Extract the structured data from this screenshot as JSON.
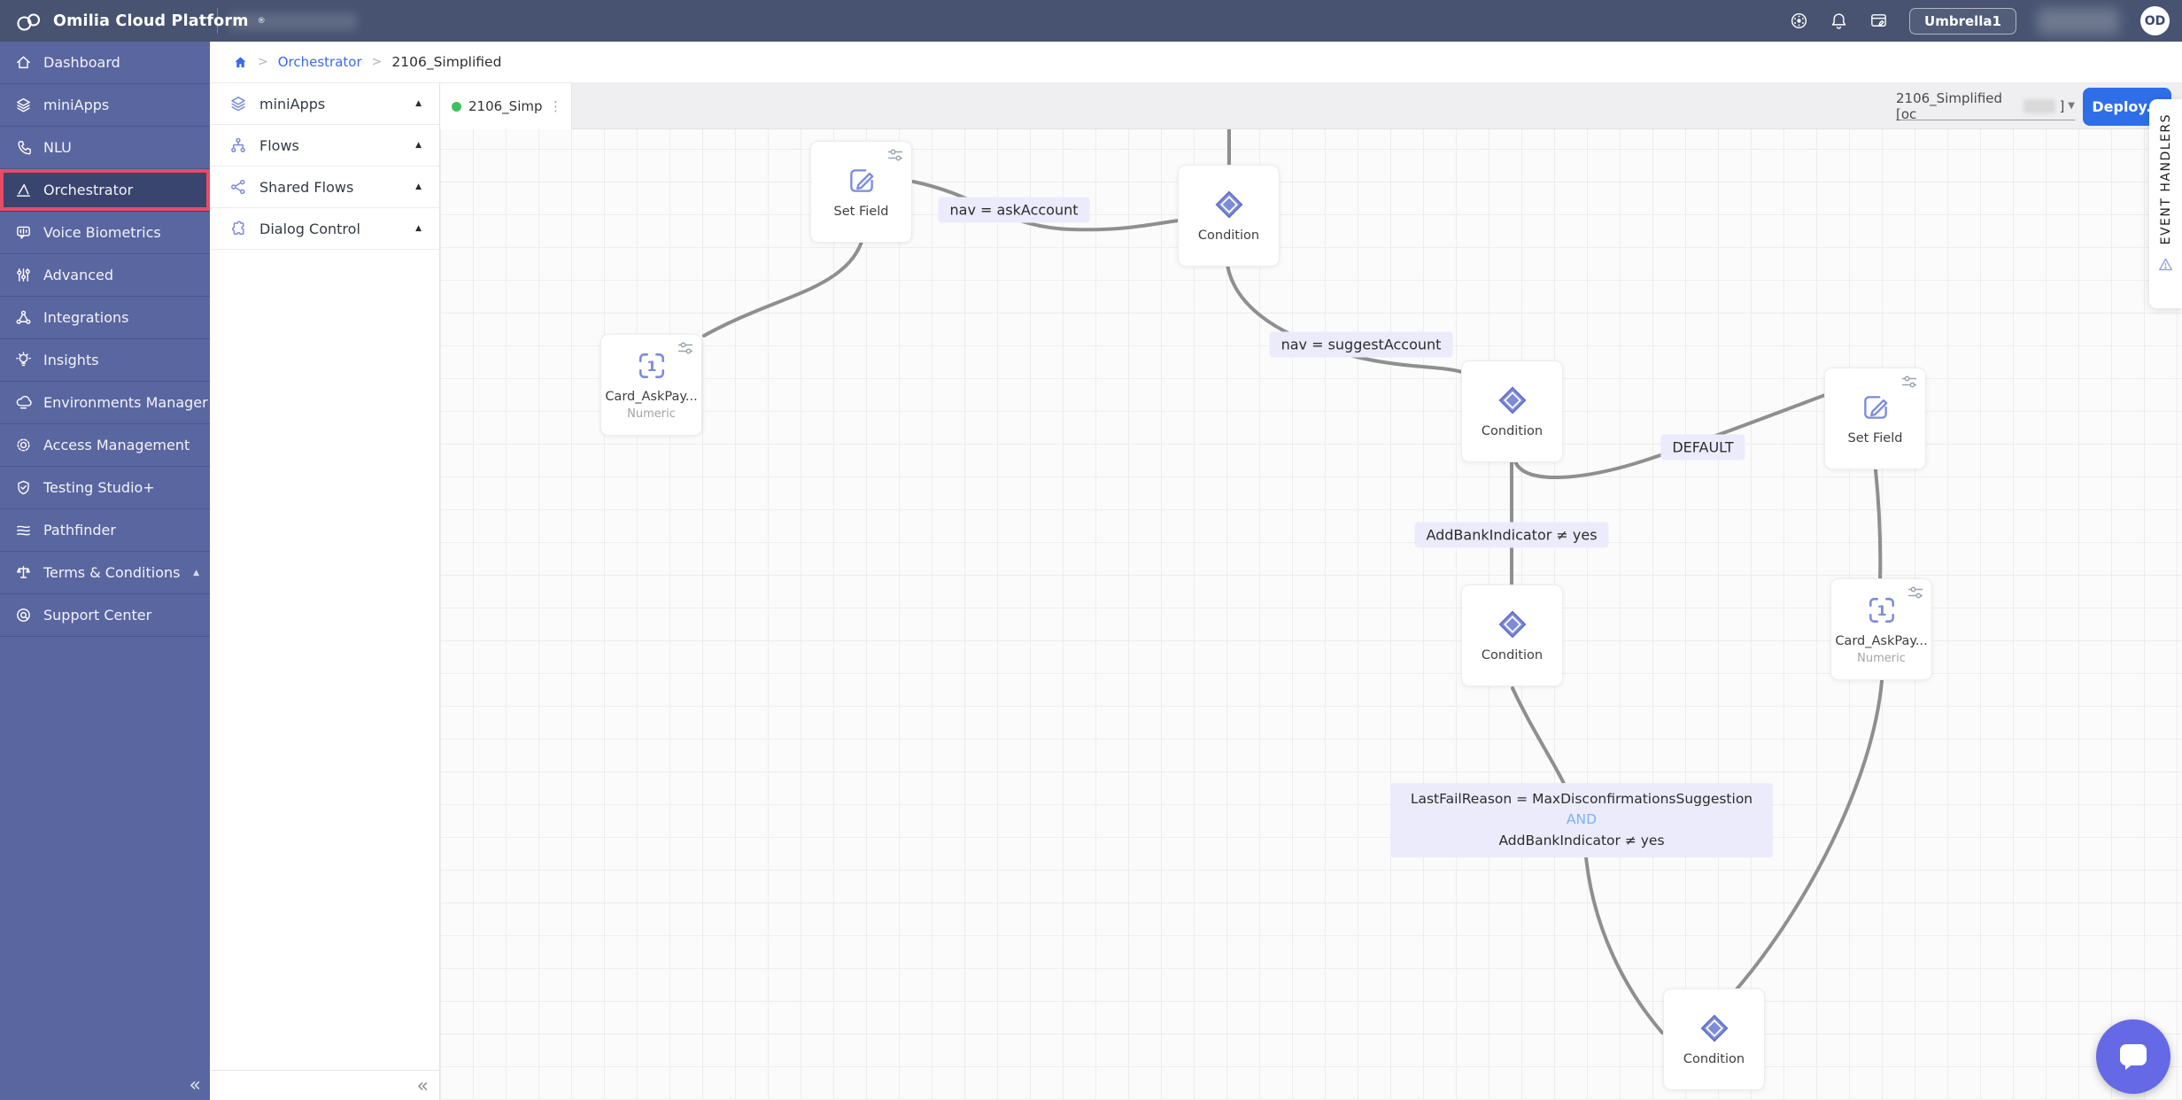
{
  "topbar": {
    "logo": "Omilia Cloud Platform",
    "logo_mark": "®",
    "org": "Umbrella1",
    "avatar_initials": "OD"
  },
  "sidebar": {
    "items": [
      "Dashboard",
      "miniApps",
      "NLU",
      "Orchestrator",
      "Voice Biometrics",
      "Advanced",
      "Integrations",
      "Insights",
      "Environments Manager",
      "Access Management",
      "Testing Studio+",
      "Pathfinder",
      "Terms & Conditions",
      "Support Center"
    ],
    "terms_caret": "▲",
    "collapse": "«"
  },
  "breadcrumb": {
    "link": "Orchestrator",
    "current": "2106_Simplified",
    "separator": ">"
  },
  "explorer": {
    "items": [
      "miniApps",
      "Flows",
      "Shared Flows",
      "Dialog Control"
    ],
    "caret": "▲",
    "collapse": "«"
  },
  "canvas": {
    "tab": {
      "label": "2106_Simp...",
      "menu": "⋮"
    },
    "version": {
      "text": "2106_Simplified [oc",
      "suffix": "]",
      "arrow": "▼"
    },
    "deploy": "Deploy...",
    "event_handlers": "EVENT HANDLERS",
    "nodes": [
      {
        "label": "Set Field"
      },
      {
        "label": "Condition"
      },
      {
        "label": "Card_AskPay...",
        "sublabel": "Numeric"
      },
      {
        "label": "Condition"
      },
      {
        "label": "Set Field"
      },
      {
        "label": "Condition"
      },
      {
        "label": "Card_AskPay...",
        "sublabel": "Numeric"
      },
      {
        "label": "Condition"
      }
    ],
    "edge_labels": [
      "nav = askAccount",
      "nav = suggestAccount",
      "DEFAULT",
      "AddBankIndicator ≠ yes"
    ],
    "condition_label": {
      "line1": "LastFailReason = MaxDisconfirmationsSuggestion",
      "operator": "AND",
      "line2": "AddBankIndicator ≠ yes"
    }
  },
  "colors": {
    "topbar": "#475371",
    "sidebar": "#5a66a0",
    "active_border": "#e94b67",
    "link_blue": "#3a6ae8",
    "deploy_blue": "#2e6fe8",
    "node_icon": "#7c8ade",
    "edge": "#8f8f8f",
    "label_bg": "#ecebfb",
    "tab_dot": "#3fc163",
    "chat_fab": "#6569e6"
  }
}
